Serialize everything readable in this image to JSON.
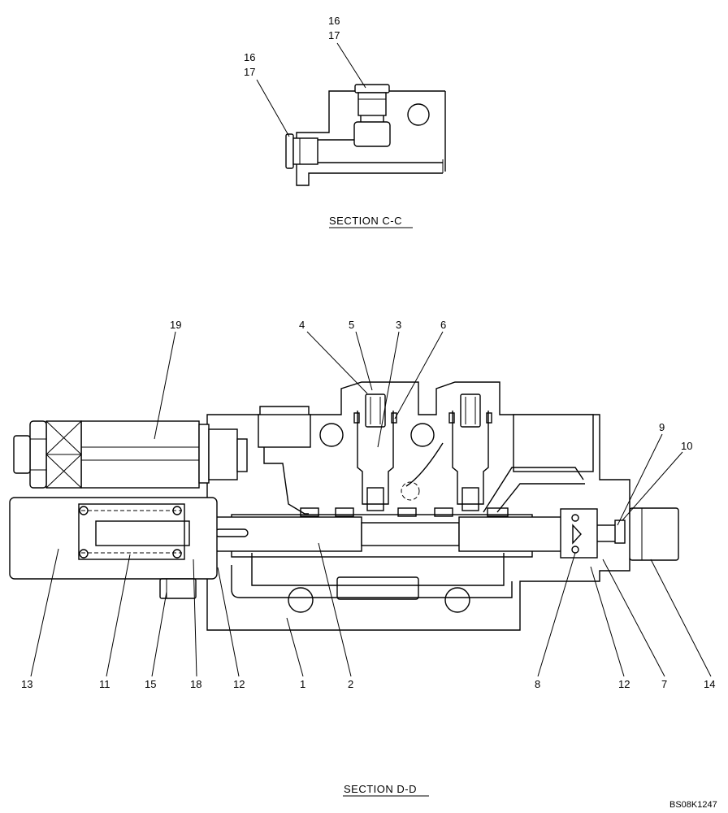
{
  "section_cc": {
    "title": "SECTION  C-C",
    "callouts": [
      {
        "id": "cc-top-a",
        "text": "16"
      },
      {
        "id": "cc-top-b",
        "text": "17"
      },
      {
        "id": "cc-left-a",
        "text": "16"
      },
      {
        "id": "cc-left-b",
        "text": "17"
      }
    ]
  },
  "section_dd": {
    "title": "SECTION  D-D",
    "top_callouts": [
      "19",
      "4",
      "5",
      "3",
      "6",
      "9",
      "10"
    ],
    "bottom_callouts": [
      "13",
      "11",
      "15",
      "18",
      "12",
      "1",
      "2",
      "8",
      "12",
      "7",
      "14"
    ]
  },
  "drawing_code": "BS08K1247"
}
